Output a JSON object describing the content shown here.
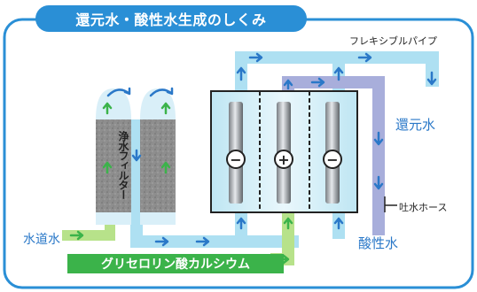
{
  "title": "還元水・酸性水生成のしくみ",
  "labels": {
    "flexible_pipe": "フレキシブルパイプ",
    "filter": "浄水フィルター",
    "reduced_water": "還元水",
    "spout_hose": "吐水ホース",
    "acidic_water": "酸性水",
    "tap_water": "水道水",
    "calcium": "グリセロリン酸カルシウム"
  },
  "electrodes": [
    "−",
    "+",
    "−"
  ],
  "colors": {
    "frame": "#2a8fd6",
    "pipe_light": "#aee0f2",
    "pipe_purple": "#a8aedb",
    "pipe_green": "#b7e28a",
    "calcium_bar": "#3bb34a",
    "filter_gray": "#8c8c8c",
    "label_blue": "#2a78c8"
  }
}
